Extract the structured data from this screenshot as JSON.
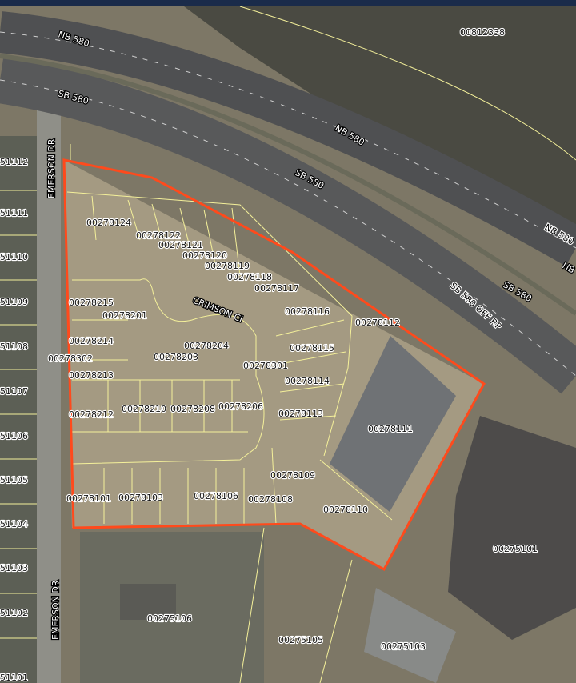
{
  "colors": {
    "boundary": "#ff4a1c",
    "parcel_line": "#f4f09a",
    "header_bar": "#1a2b4a"
  },
  "roads": {
    "nb580_a": "NB 580",
    "sb580_a": "SB 580",
    "nb580_b": "NB 580",
    "sb580_b": "SB 580",
    "nb580_c": "NB 580",
    "nb580_d": "NB",
    "sb580_c": "SB 580",
    "sb580_off": "SB 580 OFF RP",
    "emerson_top": "EMERSON DR",
    "emerson_bottom": "EMERSON DR",
    "crimson": "CRIMSON CI"
  },
  "parcels": {
    "p00812338": "00812338",
    "p00278124": "00278124",
    "p00278122": "00278122",
    "p00278121": "00278121",
    "p00278120": "00278120",
    "p00278119": "00278119",
    "p00278118": "00278118",
    "p00278117": "00278117",
    "p00278116": "00278116",
    "p00278215": "00278215",
    "p00278201": "00278201",
    "p00278112": "00278112",
    "p00278214": "00278214",
    "p00278204": "00278204",
    "p00278115": "00278115",
    "p00278302": "00278302",
    "p00278203": "00278203",
    "p00278301": "00278301",
    "p00278213": "00278213",
    "p00278114": "00278114",
    "p00278210": "00278210",
    "p00278208": "00278208",
    "p00278206": "00278206",
    "p00278212": "00278212",
    "p00278113": "00278113",
    "p00278111": "00278111",
    "p00278109": "00278109",
    "p00278101": "00278101",
    "p00278103": "00278103",
    "p00278106": "00278106",
    "p00278108": "00278108",
    "p00278110": "00278110",
    "p00275101": "00275101",
    "p00275106": "00275106",
    "p00275105": "00275105",
    "p00275103": "00275103"
  },
  "left_parcels": {
    "l51112": "51112",
    "l51111": "51111",
    "l51110": "51110",
    "l51109": "51109",
    "l51108": "51108",
    "l51107": "51107",
    "l51106": "51106",
    "l51105": "51105",
    "l51104": "51104",
    "l51103": "51103",
    "l51102": "51102",
    "l51101": "51101"
  }
}
